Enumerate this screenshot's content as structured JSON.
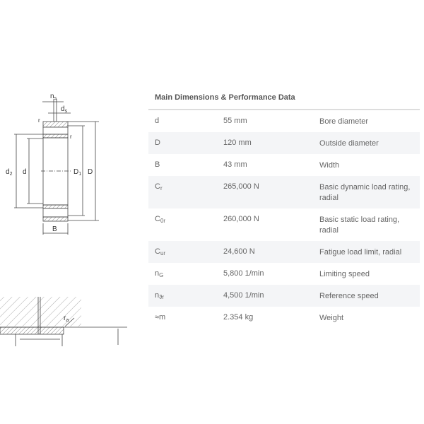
{
  "drawing_labels": {
    "ns": "n",
    "ns_sub": "s",
    "ds": "d",
    "ds_sub": "s",
    "r": "r",
    "d2": "d",
    "d2_sub": "2",
    "d": "d",
    "D1": "D",
    "D1_sub": "1",
    "D": "D",
    "B": "B",
    "ra": "r",
    "ra_sub": "a"
  },
  "table": {
    "title": "Main Dimensions & Performance Data",
    "rows": [
      {
        "symbol": "d",
        "sub": "",
        "value": "55 mm",
        "description": "Bore diameter"
      },
      {
        "symbol": "D",
        "sub": "",
        "value": "120 mm",
        "description": "Outside diameter"
      },
      {
        "symbol": "B",
        "sub": "",
        "value": "43 mm",
        "description": "Width"
      },
      {
        "symbol": "C",
        "sub": "r",
        "value": "265,000 N",
        "description": "Basic dynamic load rating, radial"
      },
      {
        "symbol": "C",
        "sub": "0r",
        "value": "260,000 N",
        "description": "Basic static load rating, radial"
      },
      {
        "symbol": "C",
        "sub": "ur",
        "value": "24,600 N",
        "description": "Fatigue load limit, radial"
      },
      {
        "symbol": "n",
        "sub": "G",
        "value": "5,800 1/min",
        "description": "Limiting speed"
      },
      {
        "symbol": "n",
        "sub": "ϑr",
        "value": "4,500 1/min",
        "description": "Reference speed"
      },
      {
        "symbol": "≈m",
        "sub": "",
        "value": "2.354 kg",
        "description": "Weight"
      }
    ]
  }
}
